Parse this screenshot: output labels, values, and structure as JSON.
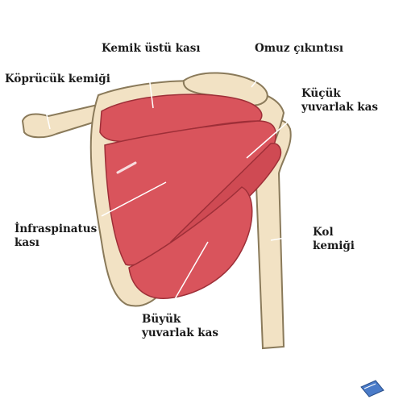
{
  "labels": {
    "kemik_ustu": {
      "lines": [
        "Kemik üstü kası"
      ]
    },
    "omuz": {
      "lines": [
        "Omuz çıkıntısı"
      ]
    },
    "kopruck": {
      "lines": [
        "Köprücük kemiği"
      ]
    },
    "kucuk": {
      "lines": [
        "Küçük",
        "yuvarlak kas"
      ]
    },
    "infra": {
      "lines": [
        "İnfraspinatus",
        "kası"
      ]
    },
    "kol": {
      "lines": [
        "Kol",
        "kemiği"
      ]
    },
    "buyuk": {
      "lines": [
        "Büyük",
        "yuvarlak kas"
      ]
    }
  },
  "colors": {
    "muscle": "#d9545c",
    "muscle_dark": "#b83a44",
    "bone": "#f2e2c4",
    "bone_outline": "#8a7a5a",
    "leader": "#ffffff"
  },
  "icons": {
    "corner": "book-icon"
  }
}
